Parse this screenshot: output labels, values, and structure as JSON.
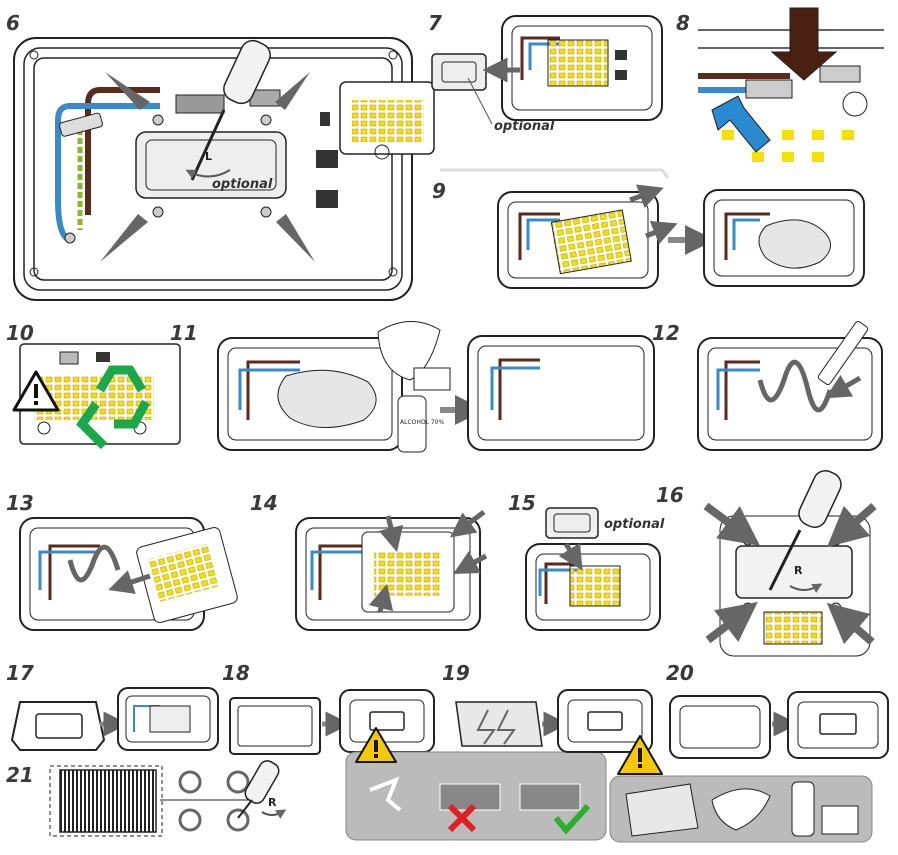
{
  "steps": {
    "s6": "6",
    "s7": "7",
    "s8": "8",
    "s9": "9",
    "s10": "10",
    "s11": "11",
    "s12": "12",
    "s13": "13",
    "s14": "14",
    "s15": "15",
    "s16": "16",
    "s17": "17",
    "s18": "18",
    "s19": "19",
    "s20": "20",
    "s21": "21"
  },
  "labels": {
    "optional": "optional",
    "screw_left": "L",
    "screw_right": "R",
    "alcohol": "ALCOHOL 70%"
  },
  "colors": {
    "brown_wire": "#5a2a1a",
    "blue_wire": "#3a8ac8",
    "ground_wire": "#8ab82a",
    "led": "#f5e000",
    "arrow_blue": "#2a8ad0",
    "recycle": "#1aa84a",
    "warning": "#f5c800",
    "cross": "#e02020",
    "check": "#2ab02a"
  }
}
